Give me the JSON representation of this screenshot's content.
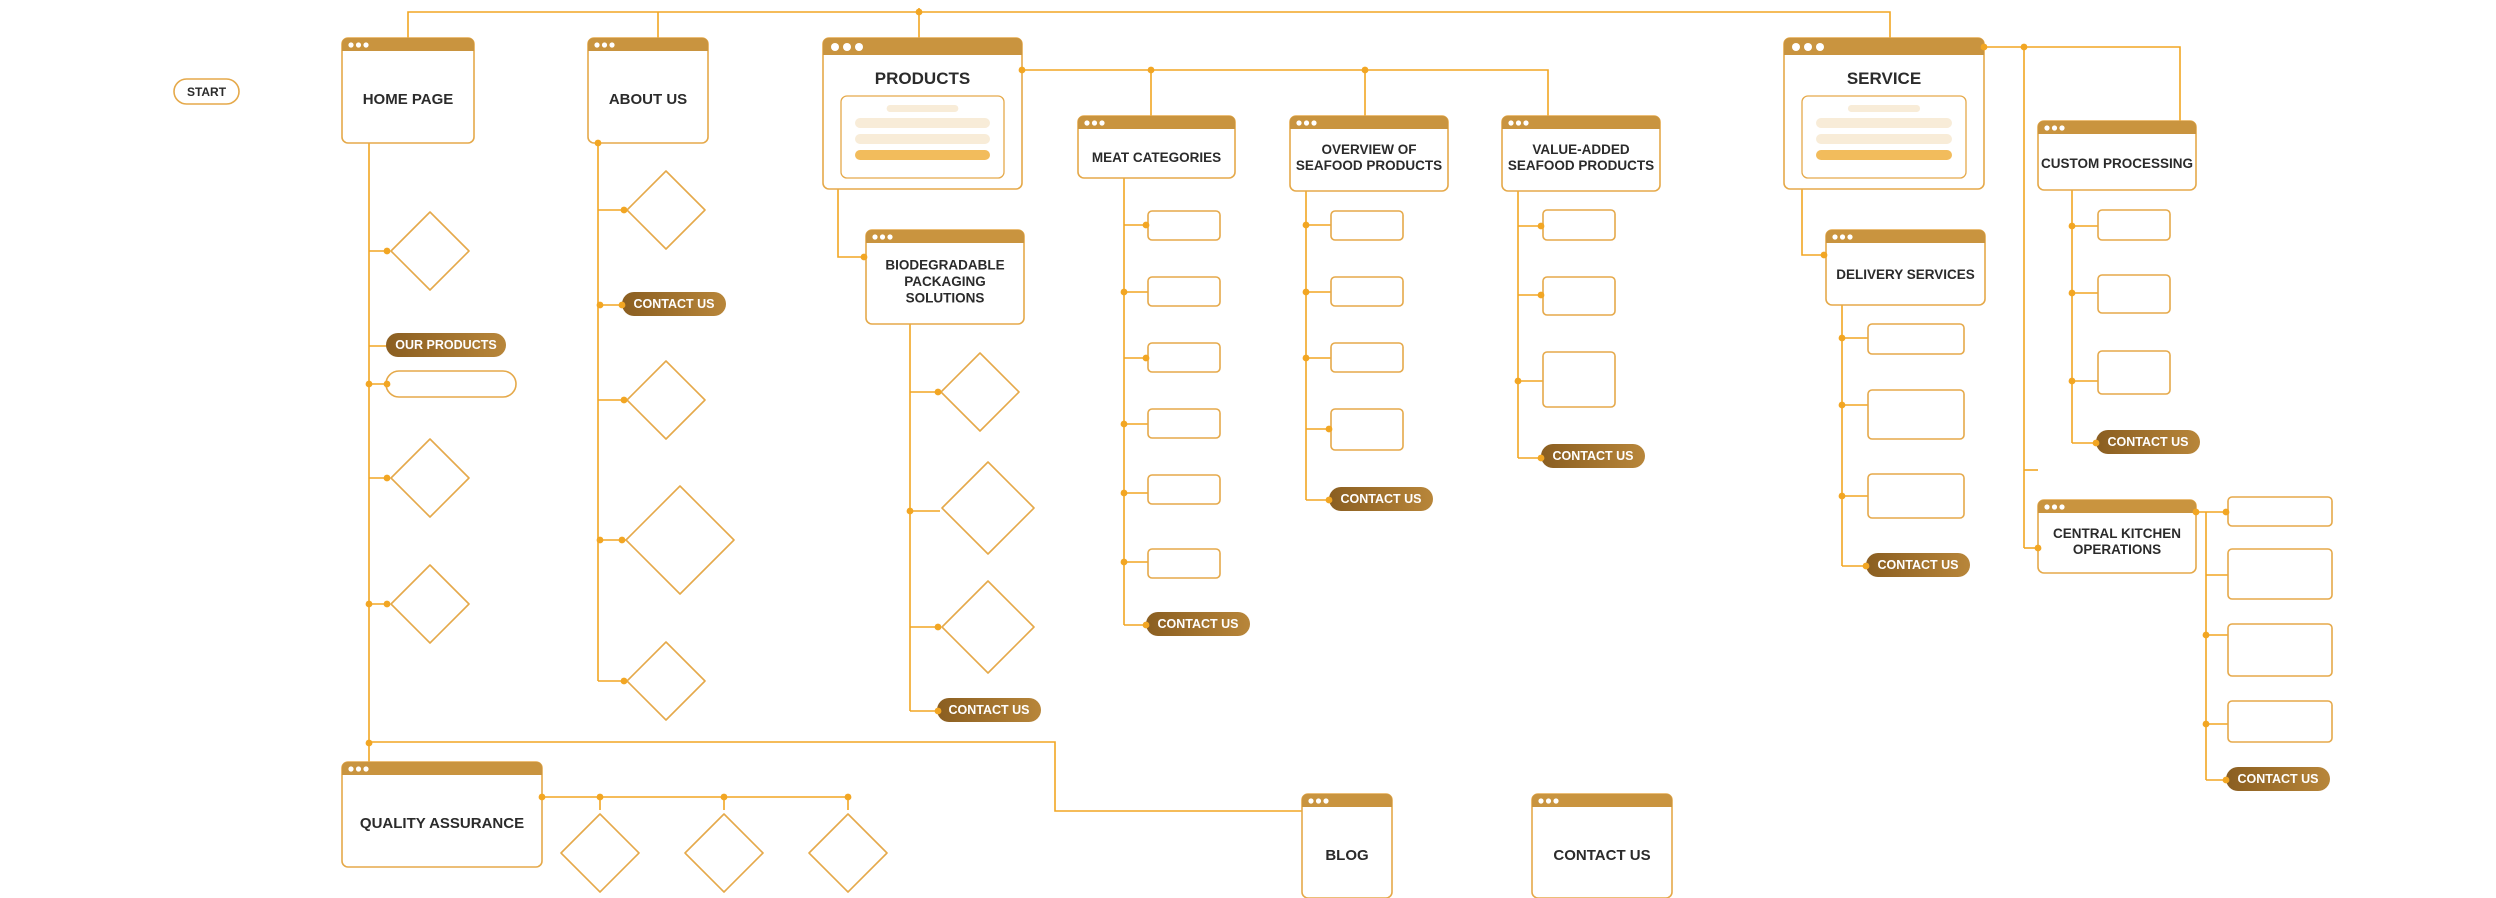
{
  "colors": {
    "line": "#f2a623",
    "header": "#c9943f",
    "outline": "#e5a94a",
    "pill_dark": "#8a5e21",
    "pill_light": "#b8863a",
    "title": "#2b2b2b",
    "skeleton": "#f8ecd8",
    "skeleton_accent": "#f2bc5c"
  },
  "start": {
    "label": "START"
  },
  "pages": {
    "home": "HOME PAGE",
    "about": "ABOUT US",
    "products": "PRODUCTS",
    "service": "SERVICE",
    "meat": "MEAT CATEGORIES",
    "seafood_overview": [
      "OVERVIEW OF",
      "SEAFOOD PRODUCTS"
    ],
    "value_added": [
      "VALUE-ADDED",
      "SEAFOOD PRODUCTS"
    ],
    "biodegradable": [
      "BIODEGRADABLE",
      "PACKAGING",
      "SOLUTIONS"
    ],
    "custom_processing": "CUSTOM PROCESSING",
    "delivery": "DELIVERY SERVICES",
    "central_kitchen": [
      "CENTRAL KITCHEN",
      "OPERATIONS"
    ],
    "quality": "QUALITY ASSURANCE",
    "blog": "BLOG",
    "contact": "CONTACT US"
  },
  "pills": {
    "our_products": "OUR PRODUCTS",
    "contact_us": "CONTACT US"
  }
}
